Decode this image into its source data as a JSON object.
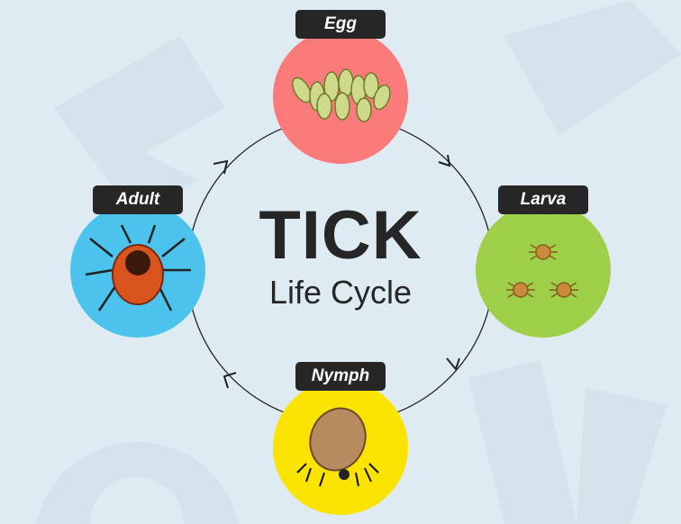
{
  "title": {
    "main": "TICK",
    "sub": "Life Cycle"
  },
  "stages": [
    {
      "label": "Egg",
      "color": "#fb7b7b"
    },
    {
      "label": "Larva",
      "color": "#9dcf49"
    },
    {
      "label": "Nymph",
      "color": "#fbe300"
    },
    {
      "label": "Adult",
      "color": "#4cc3ec"
    }
  ]
}
